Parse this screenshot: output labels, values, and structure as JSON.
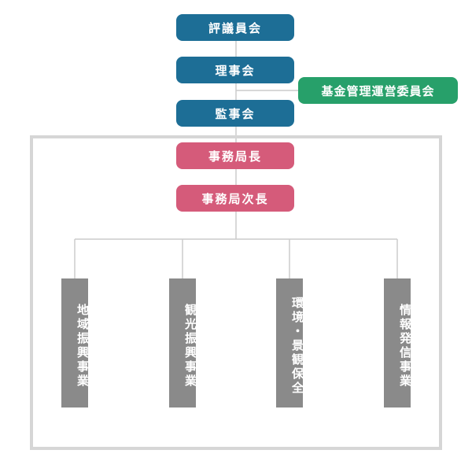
{
  "nodes": {
    "council": "評議員会",
    "board": "理事会",
    "fund_committee": "基金管理運営委員会",
    "auditors": "監事会",
    "secretary_general": "事務局長",
    "deputy_secretary_general": "事務局次長"
  },
  "departments": [
    "地域振興事業",
    "観光振興事業",
    "環境・景観保全",
    "情報発信事業"
  ],
  "colors": {
    "governance": "#1d6e96",
    "committee": "#27a06a",
    "secretariat": "#d55b7a",
    "department": "#8a8a8a",
    "connector": "#cccccc",
    "frame": "#d6d6d6"
  }
}
